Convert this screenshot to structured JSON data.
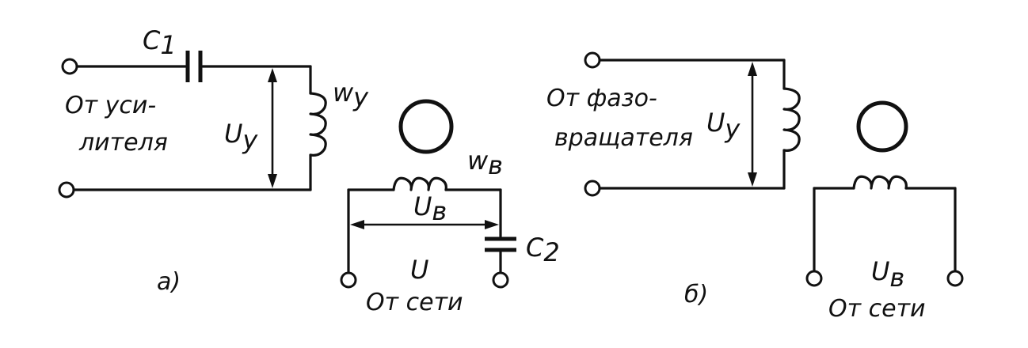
{
  "diagram_a": {
    "c1": "C",
    "c1_sub": "1",
    "source_line1": "От уси-",
    "source_line2": "лителя",
    "uy": "U",
    "uy_sub": "у",
    "wy": "w",
    "wy_sub": "у",
    "wv": "w",
    "wv_sub": "в",
    "uv": "U",
    "uv_sub": "в",
    "c2": "C",
    "c2_sub": "2",
    "u": "U",
    "mains": "От сети",
    "caption": "а)"
  },
  "diagram_b": {
    "source_line1": "От фазо-",
    "source_line2": "вращателя",
    "uy": "U",
    "uy_sub": "у",
    "uv": "U",
    "uv_sub": "в",
    "mains": "От сети",
    "caption": "б)"
  }
}
